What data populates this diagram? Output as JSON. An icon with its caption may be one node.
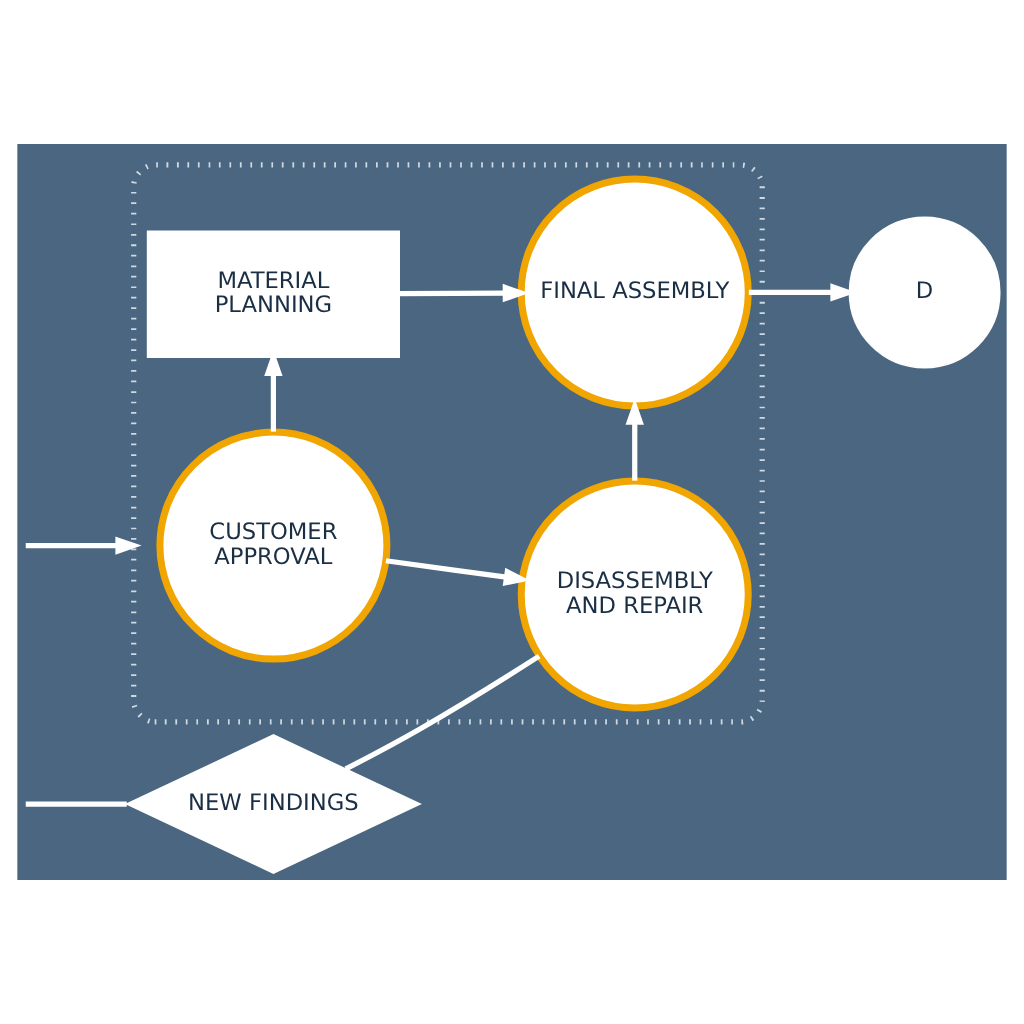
{
  "diagram": {
    "nodes": [
      {
        "text": [
          "NEW FINDINGS"
        ]
      },
      {
        "text": [],
        "shape": "box"
      },
      {
        "text": [
          "CUSTOMER APPROVAL"
        ],
        "in": 1
      },
      {
        "text": [
          "DISASSEMBLY AND REPAIR"
        ],
        "in": 1
      },
      {
        "text": [
          "MATERIAL PLANNING"
        ],
        "in": 1
      },
      {
        "text": [
          "FINAL ASSEMBLY"
        ],
        "in": 1
      },
      {
        "text": [
          "D"
        ]
      }
    ],
    "edges": [
      {
        "from": null,
        "to": 0,
        "arrow": "none"
      },
      {
        "from": 0,
        "to": 3,
        "arrow": "none"
      },
      {
        "from": null,
        "to": 1,
        "arrow": "to"
      },
      {
        "from": 2,
        "to": 3,
        "arrow": "to"
      },
      {
        "from": 2,
        "to": 4,
        "arrow": "to"
      },
      {
        "from": 3,
        "to": 5,
        "arrow": "to"
      },
      {
        "from": 4,
        "to": 5,
        "arrow": "to"
      },
      {
        "from": 5,
        "to": 6,
        "arrow": "to"
      }
    ]
  }
}
